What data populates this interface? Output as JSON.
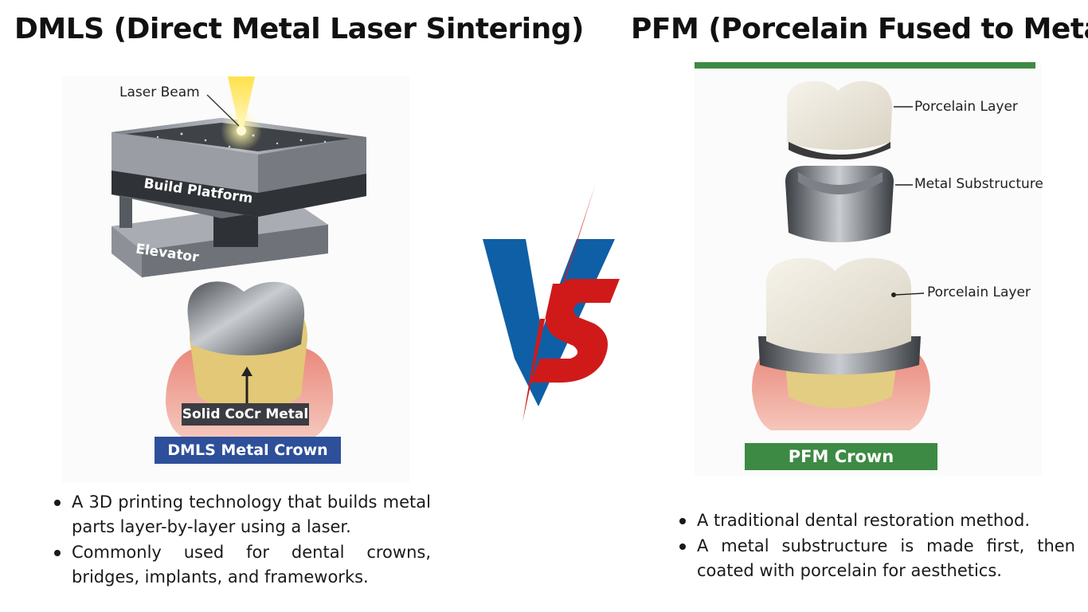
{
  "left": {
    "title": "DMLS (Direct Metal Laser Sintering)",
    "labels": {
      "laser_beam": "Laser Beam",
      "build_platform": "Build Platform",
      "elevator": "Elevator",
      "solid_metal": "Solid CoCr Metal",
      "crown_badge": "DMLS Metal Crown"
    },
    "bullets": [
      "A 3D printing technology that builds metal parts layer-by-layer using a laser.",
      "Commonly used for dental crowns, bridges, implants, and frameworks."
    ],
    "badge_color": "#2e4f9a"
  },
  "right": {
    "title": "PFM (Porcelain Fused to Metal)",
    "labels": {
      "porcelain_top": "Porcelain Layer",
      "metal_sub": "Metal Substructure",
      "porcelain_bottom": "Porcelain Layer",
      "crown_badge": "PFM Crown"
    },
    "bullets": [
      "A traditional dental restoration method.",
      "A metal substructure is made first, then coated with porcelain for aesthetics."
    ],
    "badge_color": "#3d8a44"
  },
  "versus": {
    "v_color": "#0f5fa6",
    "s_color": "#d01a1a"
  }
}
